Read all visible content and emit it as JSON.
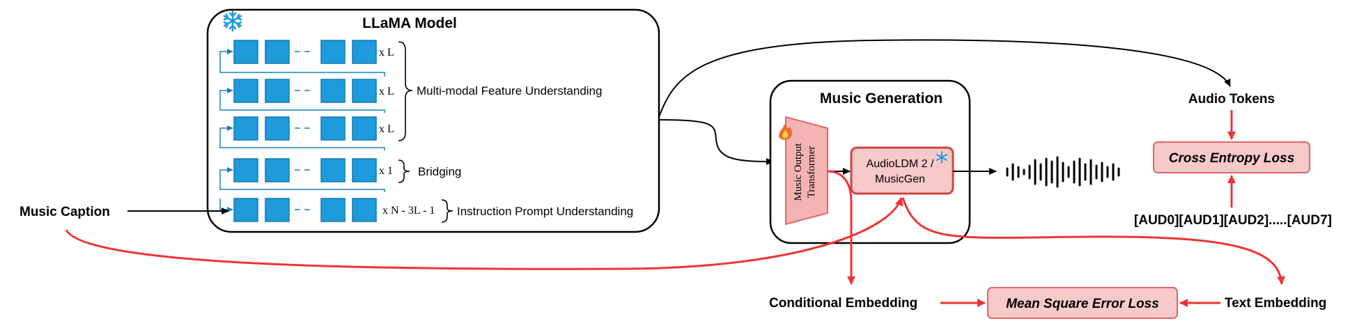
{
  "llama": {
    "title": "LLaMA Model",
    "rows": [
      {
        "multiplier": "x L"
      },
      {
        "multiplier": "x L"
      },
      {
        "multiplier": "x L"
      },
      {
        "multiplier": "x 1"
      },
      {
        "multiplier": "x N - 3L - 1"
      }
    ],
    "groups": {
      "multimodal": "Multi-modal Feature Understanding",
      "bridging": "Bridging",
      "instruction": "Instruction Prompt Understanding"
    }
  },
  "input": {
    "music_caption": "Music Caption"
  },
  "music_generation": {
    "title": "Music Generation",
    "output_transformer": [
      "Music Output",
      "Transformer"
    ],
    "decoder": [
      "AudioLDM 2 /",
      "MusicGen"
    ]
  },
  "right": {
    "audio_tokens": "Audio Tokens",
    "cross_entropy_loss": "Cross Entropy Loss",
    "aud_tokens": "[AUD0][AUD1][AUD2].....[AUD7]"
  },
  "bottom": {
    "conditional_embedding": "Conditional Embedding",
    "mse_loss": "Mean Square Error Loss",
    "text_embedding": "Text Embedding"
  },
  "icons": {
    "frozen": "snowflake-icon",
    "trainable": "flame-icon",
    "waveform": "audio-waveform-icon"
  },
  "colors": {
    "block_fill": "#1d9bdb",
    "connector": "#1a7fc0",
    "loss_fill": "#f7c9c9",
    "loss_stroke": "#e06666",
    "red_arrow": "#ee3333",
    "transformer_fill": "#f3b3b3"
  }
}
